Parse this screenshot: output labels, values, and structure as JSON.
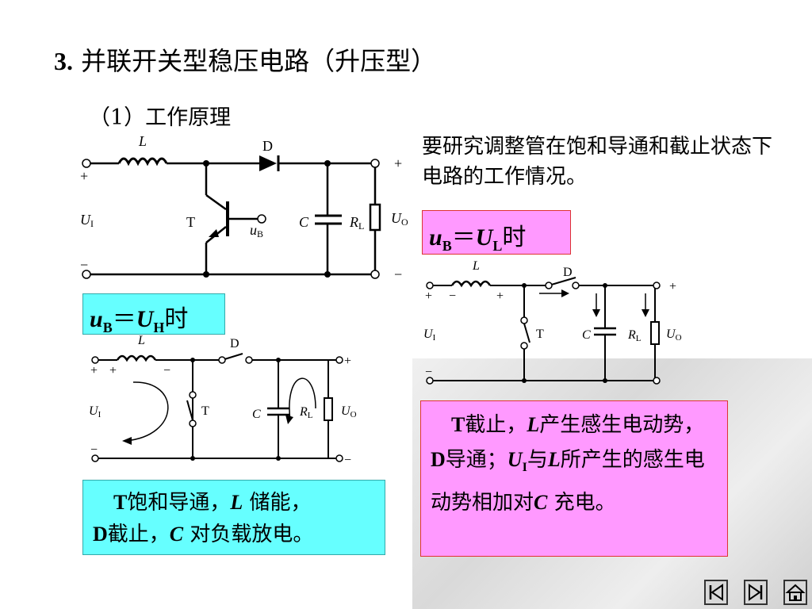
{
  "title": {
    "number": "3.",
    "text": "并联开关型稳压电路（升压型）"
  },
  "subtitle": "（1）工作原理",
  "description": "要研究调整管在饱和导通和截止状态下电路的工作情况。",
  "circuit_labels": {
    "L": "L",
    "D": "D",
    "T": "T",
    "C": "C",
    "RL": "R",
    "RL_sub": "L",
    "UI": "U",
    "UI_sub": "I",
    "UO": "U",
    "UO_sub": "O",
    "uB": "u",
    "uB_sub": "B",
    "plus": "+",
    "minus": "−"
  },
  "box_high": {
    "u": "u",
    "u_sub": "B",
    "eq": "＝",
    "U": "U",
    "U_sub": "H",
    "tail": "时"
  },
  "box_low": {
    "u": "u",
    "u_sub": "B",
    "eq": "＝",
    "U": "U",
    "U_sub": "L",
    "tail": "时"
  },
  "note_high": {
    "T": "T",
    "t1": "饱和导通，",
    "L": "L",
    "t2": " 储能，",
    "D": "D",
    "t3": "截止，",
    "C": "C",
    "t4": " 对负载放电。"
  },
  "note_low": {
    "T": "T",
    "t1": "截止，",
    "L": "L",
    "t2": "产生感生电动势，",
    "D": "D",
    "t3": "导通；",
    "UI": "U",
    "UI_sub": "I",
    "t4": "与",
    "L2": "L",
    "t5": "所产生的感生电动势相加对",
    "C": "C",
    "t6": " 充电。"
  },
  "nav": [
    "first-icon",
    "last-icon",
    "home-icon"
  ]
}
